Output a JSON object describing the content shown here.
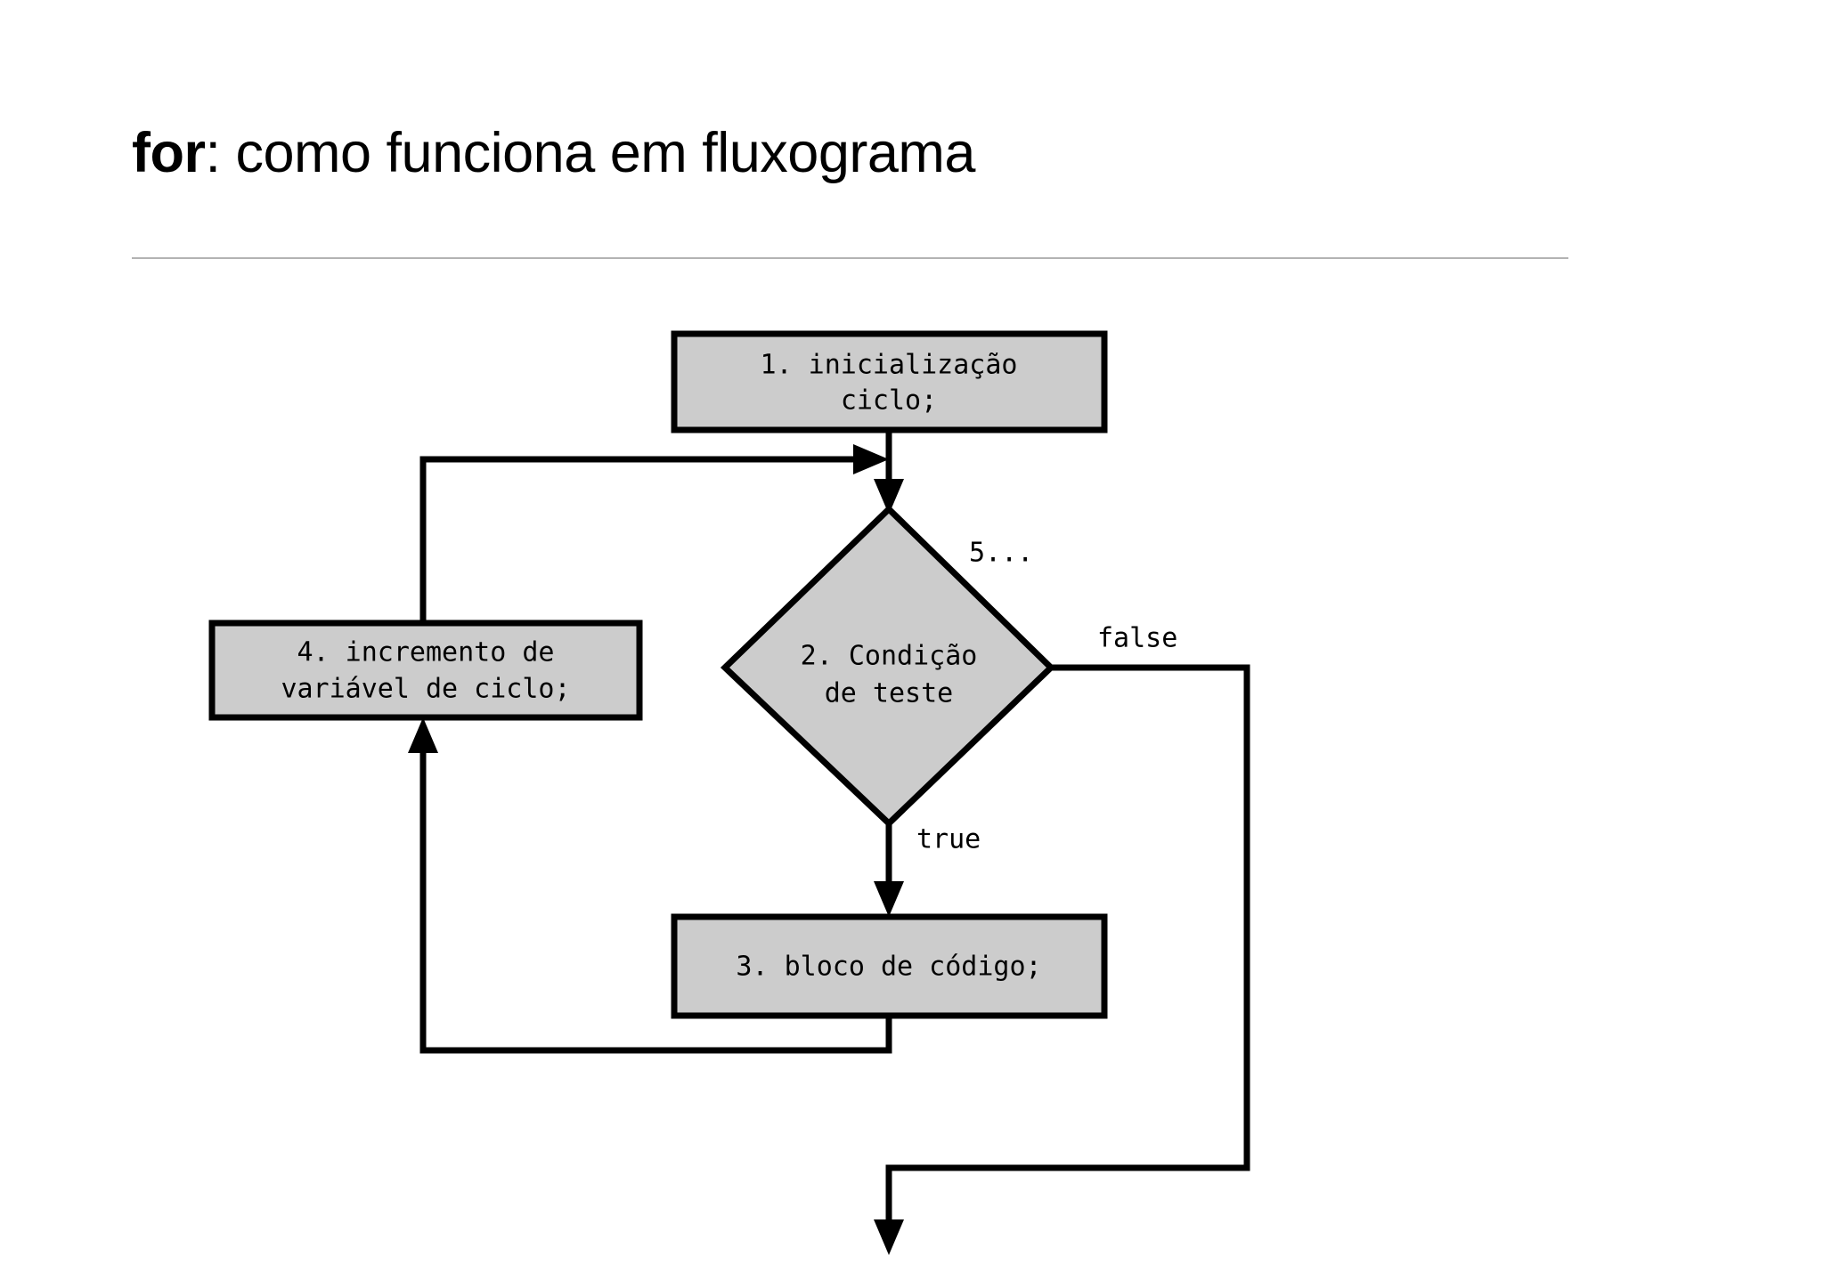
{
  "slide": {
    "title_keyword": "for",
    "title_rest": ": como funciona em fluxograma"
  },
  "diagram": {
    "type": "flowchart",
    "description": "Fluxograma do funcionamento do comando for",
    "palette": {
      "node_fill": "#cccccc",
      "node_stroke": "#000000",
      "background": "#ffffff",
      "rule": "#b3b3b3"
    },
    "nodes": [
      {
        "id": "init",
        "shape": "rectangle",
        "line1": "1. inicialização",
        "line2": "ciclo;"
      },
      {
        "id": "condition",
        "shape": "diamond",
        "line1": "2. Condição",
        "line2": "de teste"
      },
      {
        "id": "block",
        "shape": "rectangle",
        "line1": "3. bloco de código;",
        "line2": ""
      },
      {
        "id": "increment",
        "shape": "rectangle",
        "line1": "4. incremento de",
        "line2": "variável de ciclo;"
      }
    ],
    "edge_labels": {
      "step5": "5...",
      "true": "true",
      "false": "false"
    }
  }
}
